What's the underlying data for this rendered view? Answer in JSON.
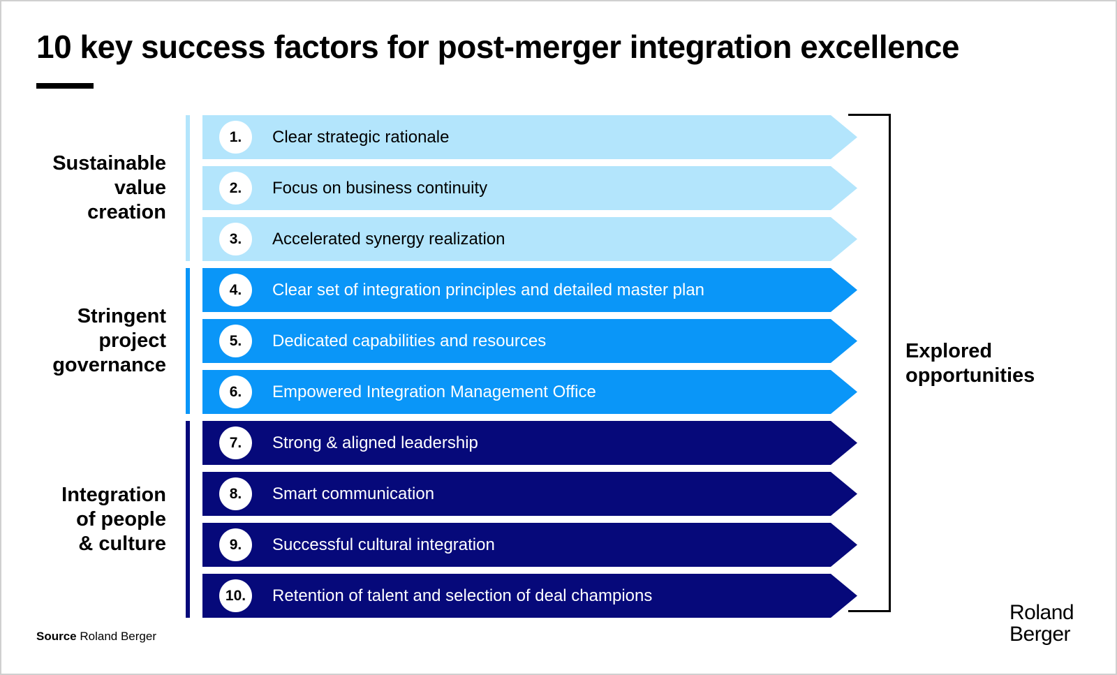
{
  "title": "10 key success factors for post-merger integration excellence",
  "groups": [
    {
      "label": "Sustainable\nvalue\ncreation",
      "color": "#b3e5fc",
      "text_color": "#000000",
      "rule_color": "#b3e5fc",
      "factors": [
        {
          "num": "1.",
          "text": "Clear strategic rationale"
        },
        {
          "num": "2.",
          "text": "Focus on business continuity"
        },
        {
          "num": "3.",
          "text": "Accelerated synergy realization"
        }
      ]
    },
    {
      "label": "Stringent\nproject\ngovernance",
      "color": "#0a96f8",
      "text_color": "#ffffff",
      "rule_color": "#0a96f8",
      "factors": [
        {
          "num": "4.",
          "text": "Clear set of integration principles and detailed master plan"
        },
        {
          "num": "5.",
          "text": "Dedicated capabilities and resources"
        },
        {
          "num": "6.",
          "text": "Empowered Integration Management Office"
        }
      ]
    },
    {
      "label": "Integration\nof people\n& culture",
      "color": "#06097a",
      "text_color": "#ffffff",
      "rule_color": "#06097a",
      "factors": [
        {
          "num": "7.",
          "text": "Strong & aligned leadership"
        },
        {
          "num": "8.",
          "text": "Smart communication"
        },
        {
          "num": "9.",
          "text": "Successful cultural integration"
        },
        {
          "num": "10.",
          "text": "Retention of talent and selection of deal champions"
        }
      ]
    }
  ],
  "explored": "Explored\nopportunities",
  "source": {
    "label": "Source",
    "value": "Roland Berger"
  },
  "logo": "Roland\nBerger"
}
